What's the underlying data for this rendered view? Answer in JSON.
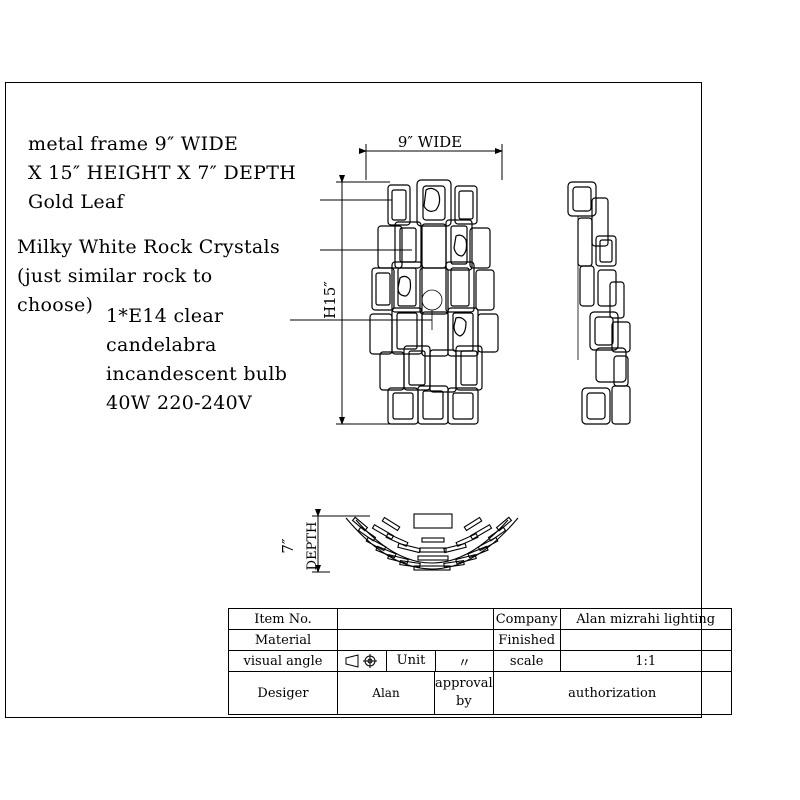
{
  "notes": {
    "frame": [
      "metal frame 9″ WIDE",
      "X 15″ HEIGHT X 7″ DEPTH",
      "Gold Leaf"
    ],
    "crystals": [
      "Milky White Rock Crystals",
      "(just similar rock to",
      "choose)"
    ],
    "bulb": [
      "1*E14 clear",
      "candelabra",
      "incandescent bulb",
      "40W 220-240V"
    ]
  },
  "dimensions": {
    "width": "9″ WIDE",
    "height": "H15″",
    "depth_value": "7″",
    "depth_word": "DEPTH"
  },
  "title_block": {
    "item_no_label": "Item No.",
    "item_no_value": "",
    "company_label": "Company",
    "company_value": "Alan mizrahi lighting",
    "material_label": "Material",
    "material_value": "",
    "finished_label": "Finished",
    "finished_value": "",
    "visual_angle_label": "visual angle",
    "unit_label": "Unit",
    "unit_value": "〃",
    "scale_label": "scale",
    "scale_value": "1:1",
    "designer_label": "Desiger",
    "designer_value": "Alan",
    "approval_label_1": "approval",
    "approval_label_2": "by",
    "authorization_label": "authorization"
  }
}
